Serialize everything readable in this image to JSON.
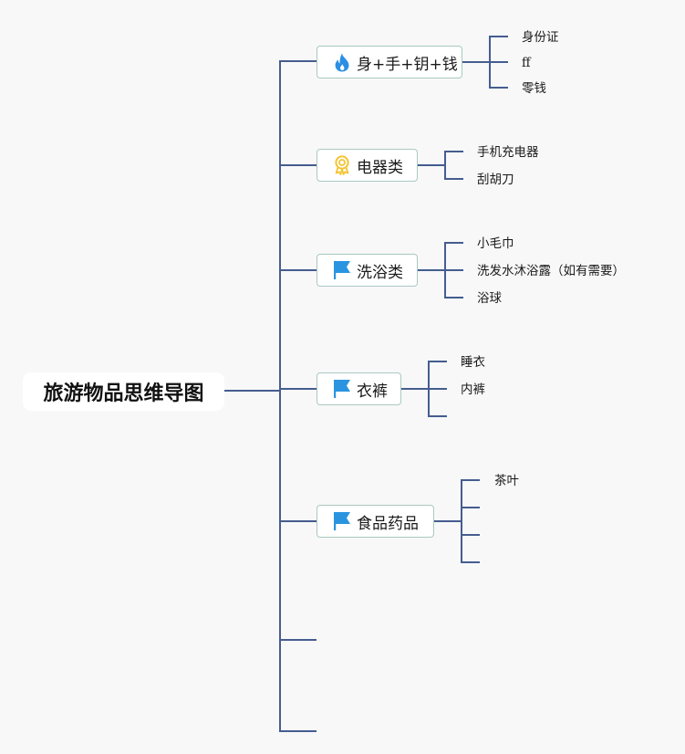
{
  "mindmap": {
    "root": {
      "label": "旅游物品思维导图"
    },
    "colors": {
      "background": "#f8f8f9",
      "connector": "#455d8f",
      "node_border": "#a9c9c1",
      "node_fill": "#ffffff",
      "flame_icon": "#2b8fe3",
      "award_icon": "#f5c431",
      "flag_icon": "#2a94e0"
    },
    "branches": [
      {
        "label": "身+手+钥+钱",
        "icon": "flame-icon",
        "children": [
          "身份证",
          "ff",
          "零钱"
        ]
      },
      {
        "label": "电器类",
        "icon": "award-icon",
        "children": [
          "手机充电器",
          "刮胡刀"
        ]
      },
      {
        "label": "洗浴类",
        "icon": "flag-icon",
        "children": [
          "小毛巾",
          "洗发水沐浴露（如有需要）",
          "浴球"
        ]
      },
      {
        "label": "衣裤",
        "icon": "flag-icon",
        "children": [
          "睡衣",
          "内裤",
          ""
        ]
      },
      {
        "label": "食品药品",
        "icon": "flag-icon",
        "children": [
          "茶叶",
          "",
          "",
          ""
        ]
      },
      {
        "label": "",
        "icon": "",
        "children": []
      },
      {
        "label": "",
        "icon": "",
        "children": []
      }
    ]
  }
}
